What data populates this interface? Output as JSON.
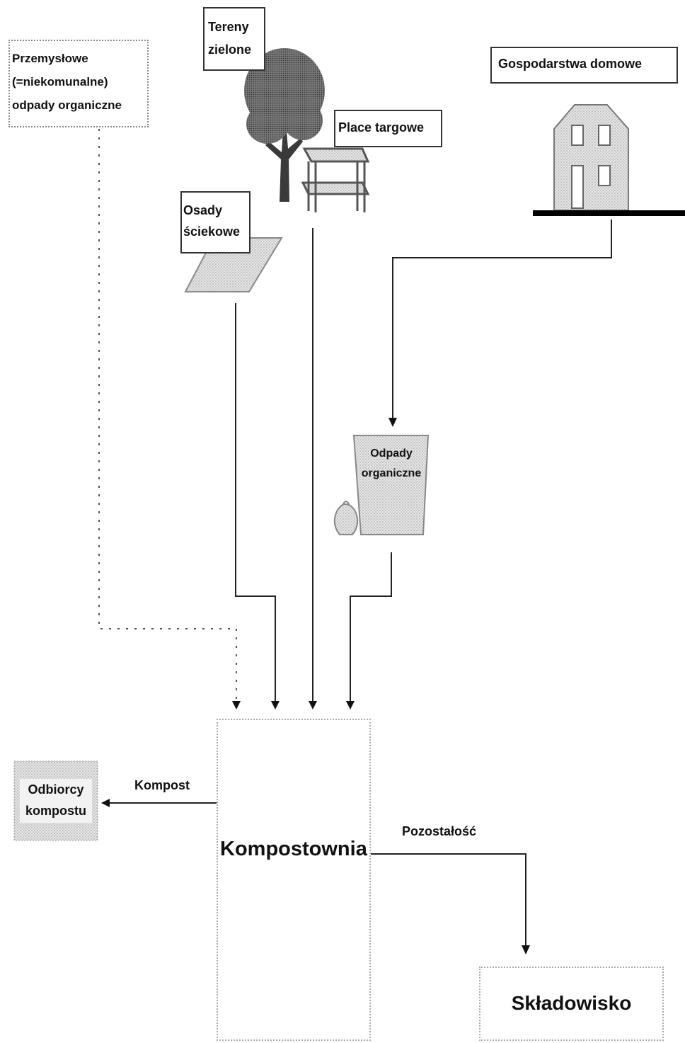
{
  "sources": {
    "industrial": "Przemysłowe\n(=niekomunalne)\nodpady organiczne",
    "green_areas": "Tereny\nzielone",
    "markets": "Place targowe",
    "households": "Gospodarstwa domowe",
    "sewage_sludge": "Osady\nściekowe",
    "organic_waste": "Odpady\norganiczne"
  },
  "plant": {
    "label": "Kompostownia"
  },
  "outputs": {
    "compost_flow": "Kompost",
    "compost_receivers": "Odbiorcy\nkompostu",
    "residue_flow": "Pozostałość",
    "landfill": "Składowisko"
  }
}
